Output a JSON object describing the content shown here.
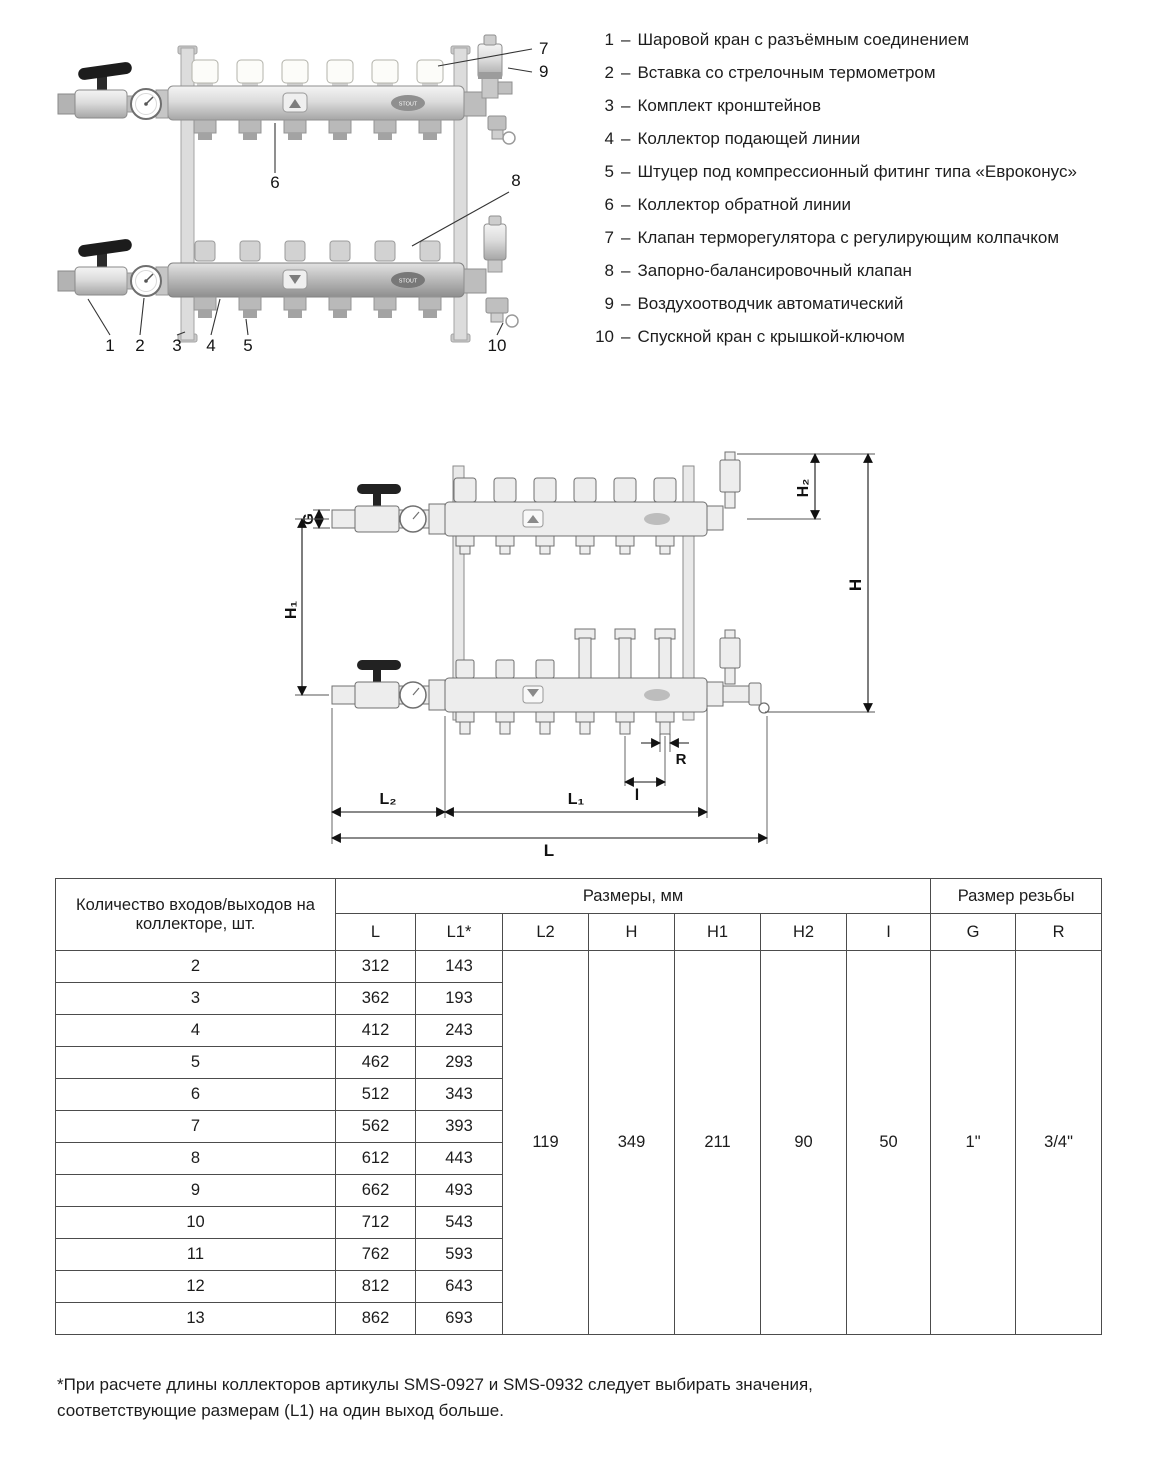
{
  "legend": {
    "separator": "–",
    "items": [
      {
        "num": "1",
        "label": "Шаровой кран с разъёмным соединением"
      },
      {
        "num": "2",
        "label": "Вставка со стрелочным термометром"
      },
      {
        "num": "3",
        "label": "Комплект кронштейнов"
      },
      {
        "num": "4",
        "label": "Коллектор подающей линии"
      },
      {
        "num": "5",
        "label": "Штуцер под компрессионный фитинг типа «Евроконус»"
      },
      {
        "num": "6",
        "label": "Коллектор обратной линии"
      },
      {
        "num": "7",
        "label": "Клапан терморегулятора с регулирующим колпачком"
      },
      {
        "num": "8",
        "label": "Запорно-балансировочный клапан"
      },
      {
        "num": "9",
        "label": "Воздухоотводчик автоматический"
      },
      {
        "num": "10",
        "label": "Спускной кран с крышкой-ключом"
      }
    ]
  },
  "photo": {
    "brand": "STOUT",
    "callouts": {
      "n1": "1",
      "n2": "2",
      "n3": "3",
      "n4": "4",
      "n5": "5",
      "n6": "6",
      "n7": "7",
      "n8": "8",
      "n9": "9",
      "n10": "10"
    }
  },
  "dims": {
    "G": "G",
    "H1": "H₁",
    "H2": "H₂",
    "H": "H",
    "L": "L",
    "L1": "L₁",
    "L2": "L₂",
    "I": "l",
    "R": "R"
  },
  "table": {
    "header": {
      "col_count": "Количество входов/выходов на коллекторе, шт.",
      "group_sizes": "Размеры, мм",
      "group_thread": "Размер резьбы",
      "cols": [
        "L",
        "L1*",
        "L2",
        "H",
        "H1",
        "H2",
        "I",
        "G",
        "R"
      ]
    },
    "rows": [
      {
        "count": "2",
        "L": "312",
        "L1": "143"
      },
      {
        "count": "3",
        "L": "362",
        "L1": "193"
      },
      {
        "count": "4",
        "L": "412",
        "L1": "243"
      },
      {
        "count": "5",
        "L": "462",
        "L1": "293"
      },
      {
        "count": "6",
        "L": "512",
        "L1": "343"
      },
      {
        "count": "7",
        "L": "562",
        "L1": "393"
      },
      {
        "count": "8",
        "L": "612",
        "L1": "443"
      },
      {
        "count": "9",
        "L": "662",
        "L1": "493"
      },
      {
        "count": "10",
        "L": "712",
        "L1": "543"
      },
      {
        "count": "11",
        "L": "762",
        "L1": "593"
      },
      {
        "count": "12",
        "L": "812",
        "L1": "643"
      },
      {
        "count": "13",
        "L": "862",
        "L1": "693"
      }
    ],
    "merged": {
      "L2": "119",
      "H": "349",
      "H1": "211",
      "H2": "90",
      "I": "50",
      "G": "1\"",
      "R": "3/4\""
    }
  },
  "footnote": {
    "text": "*При расчете длины коллекторов артикулы SMS-0927 и SMS-0932 следует выбирать значения,\nсоответствующие размерам (L1) на один выход больше."
  }
}
